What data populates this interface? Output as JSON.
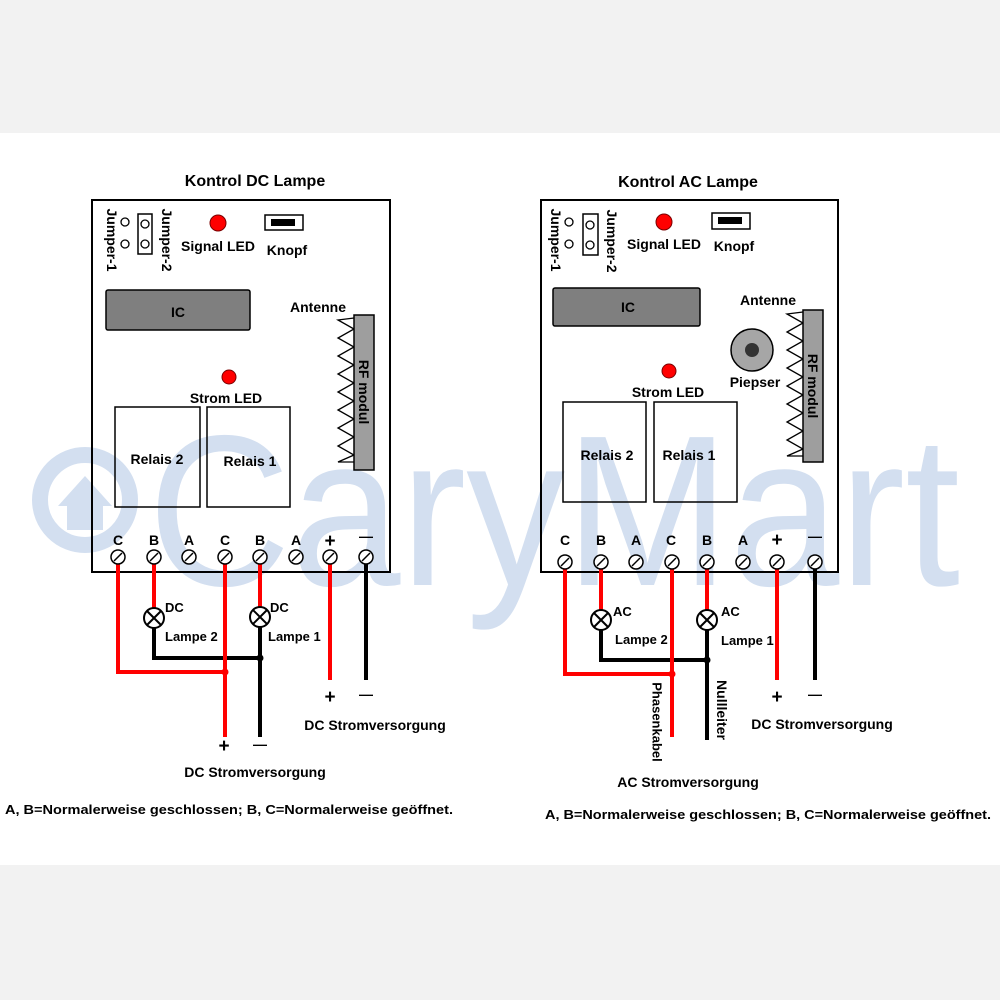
{
  "watermark": "CaryMart",
  "colors": {
    "wire_red": "#ff0000",
    "wire_black": "#000000",
    "led_red": "#ff0000",
    "ic_gray": "#7f7f7f",
    "rf_gray": "#9e9e9e",
    "buzzer_gray": "#a6a6a6",
    "watermark_blue": "#d3dff0",
    "band_gray": "#f2f2f2"
  },
  "dc": {
    "title": "Kontrol DC Lampe",
    "jumper1": "Jumper-1",
    "jumper2": "Jumper-2",
    "signal_led": "Signal LED",
    "knopf": "Knopf",
    "ic": "IC",
    "antenne": "Antenne",
    "rf_modul": "RF modul",
    "strom_led": "Strom LED",
    "relais2": "Relais 2",
    "relais1": "Relais 1",
    "terminals": [
      "C",
      "B",
      "A",
      "C",
      "B",
      "A",
      "+",
      "—"
    ],
    "lamp2": {
      "type": "DC",
      "label": "Lampe 2"
    },
    "lamp1": {
      "type": "DC",
      "label": "Lampe 1"
    },
    "board_supply": {
      "plus": "+",
      "minus": "—",
      "label": "DC Stromversorgung"
    },
    "lamp_supply": {
      "plus": "+",
      "minus": "—",
      "label": "DC Stromversorgung"
    },
    "footnote": "A, B=Normalerweise geschlossen; B, C=Normalerweise geöffnet."
  },
  "ac": {
    "title": "Kontrol AC Lampe",
    "jumper1": "Jumper-1",
    "jumper2": "Jumper-2",
    "signal_led": "Signal LED",
    "knopf": "Knopf",
    "ic": "IC",
    "antenne": "Antenne",
    "piepser": "Piepser",
    "rf_modul": "RF modul",
    "strom_led": "Strom LED",
    "relais2": "Relais 2",
    "relais1": "Relais 1",
    "terminals": [
      "C",
      "B",
      "A",
      "C",
      "B",
      "A",
      "+",
      "—"
    ],
    "lamp2": {
      "type": "AC",
      "label": "Lampe 2"
    },
    "lamp1": {
      "type": "AC",
      "label": "Lampe 1"
    },
    "phase_wire": "Phasenkabel",
    "neutral_wire": "Nullleiter",
    "board_supply": {
      "plus": "+",
      "minus": "—",
      "label": "DC Stromversorgung"
    },
    "lamp_supply": {
      "label": "AC Stromversorgung"
    },
    "footnote": "A, B=Normalerweise geschlossen; B, C=Normalerweise geöffnet."
  }
}
